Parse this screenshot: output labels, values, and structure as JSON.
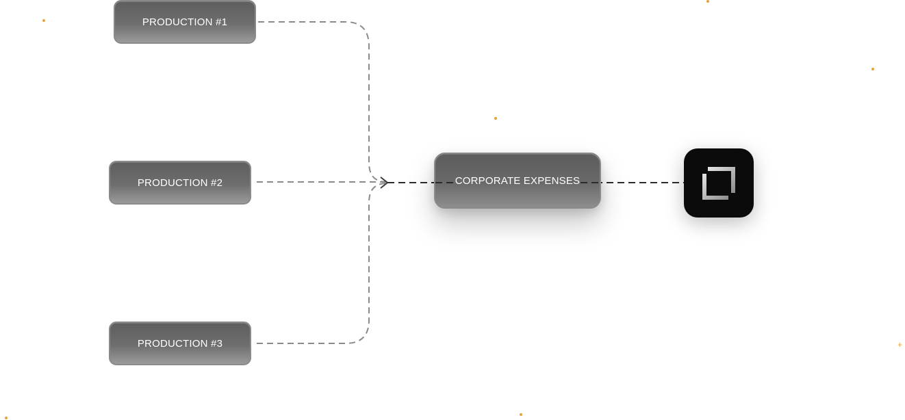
{
  "diagram": {
    "sources": [
      {
        "label": "PRODUCTION #1"
      },
      {
        "label": "PRODUCTION #2"
      },
      {
        "label": "PRODUCTION #3"
      }
    ],
    "hub": {
      "label": "CORPORATE EXPENSES"
    },
    "destination": {
      "icon": "app-logo-icon"
    }
  },
  "colors": {
    "background": "#ffffff",
    "node_fill": "#6a6a6a",
    "node_border": "#8a8a8a",
    "connector": "#3a3a3a",
    "app_tile": "#0b0b0b",
    "accent_dots": "#e8a03a"
  }
}
